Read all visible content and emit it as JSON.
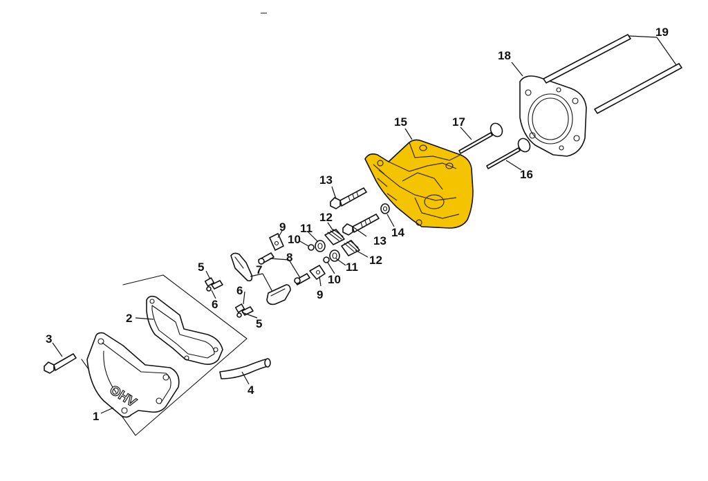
{
  "diagram": {
    "highlight_color": "#f5c400",
    "line_color": "#111111",
    "emboss_text": "OHV",
    "callouts": [
      {
        "id": "c1",
        "text": "1"
      },
      {
        "id": "c2",
        "text": "2"
      },
      {
        "id": "c3",
        "text": "3"
      },
      {
        "id": "c4",
        "text": "4"
      },
      {
        "id": "c5a",
        "text": "5"
      },
      {
        "id": "c5b",
        "text": "5"
      },
      {
        "id": "c6a",
        "text": "6"
      },
      {
        "id": "c6b",
        "text": "6"
      },
      {
        "id": "c7",
        "text": "7"
      },
      {
        "id": "c8",
        "text": "8"
      },
      {
        "id": "c9a",
        "text": "9"
      },
      {
        "id": "c9b",
        "text": "9"
      },
      {
        "id": "c10a",
        "text": "10"
      },
      {
        "id": "c10b",
        "text": "10"
      },
      {
        "id": "c11a",
        "text": "11"
      },
      {
        "id": "c11b",
        "text": "11"
      },
      {
        "id": "c12a",
        "text": "12"
      },
      {
        "id": "c12b",
        "text": "12"
      },
      {
        "id": "c13a",
        "text": "13"
      },
      {
        "id": "c13b",
        "text": "13"
      },
      {
        "id": "c14",
        "text": "14"
      },
      {
        "id": "c15",
        "text": "15"
      },
      {
        "id": "c16",
        "text": "16"
      },
      {
        "id": "c17",
        "text": "17"
      },
      {
        "id": "c18",
        "text": "18"
      },
      {
        "id": "c19",
        "text": "19"
      }
    ]
  }
}
